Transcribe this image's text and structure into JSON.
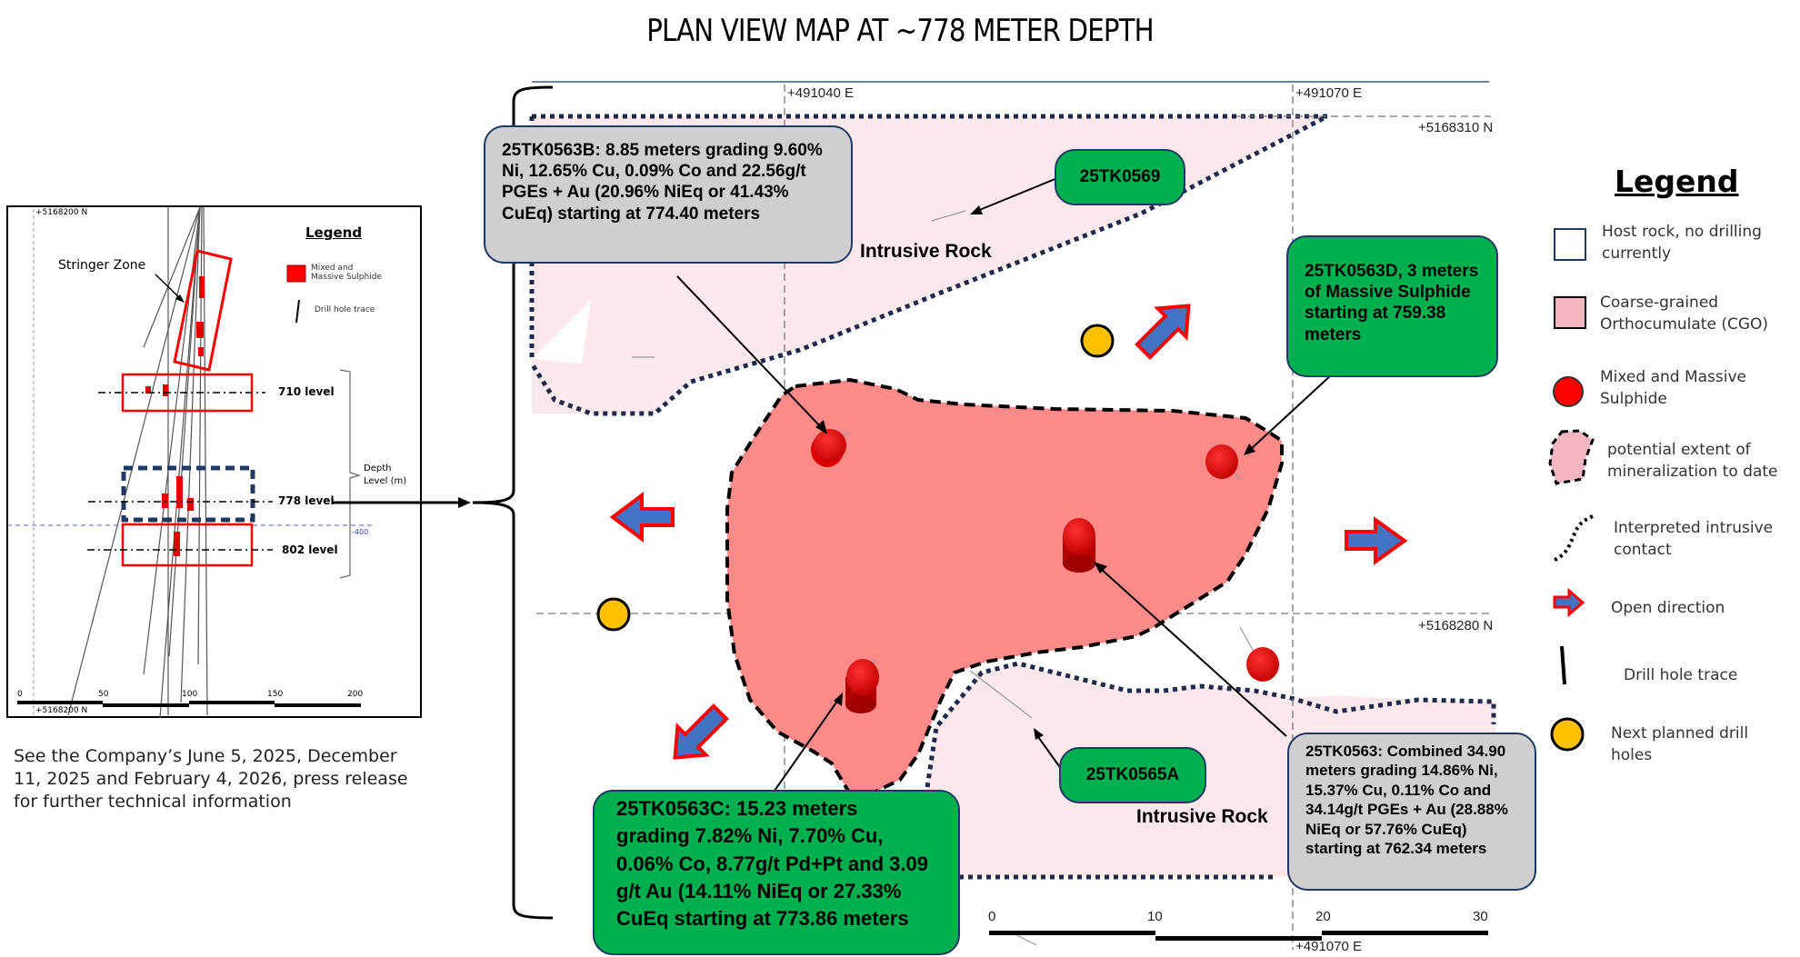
{
  "title": "PLAN VIEW MAP AT ~778 METER DEPTH",
  "inset": {
    "coord_top": "+5168200 N",
    "coord_bottom": "+5168200 N",
    "stringer_label": "Stringer Zone",
    "legend_title": "Legend",
    "legend_items": [
      "Mixed and Massive Sulphide",
      "Drill hole trace"
    ],
    "levels": [
      "710 level",
      "778 level",
      "802 level"
    ],
    "depth_label": "Depth Level (m)",
    "elevation_tick": "-400",
    "scale_ticks": [
      "0",
      "50",
      "100",
      "150",
      "200"
    ]
  },
  "footnote": "See the Company’s June 5, 2025, December 11, 2025 and February 4, 2026, press release for further technical information",
  "map": {
    "coords": {
      "east_1": "+491040 E",
      "east_2": "+491070 E",
      "north_1": "+5168310 N",
      "north_2": "+5168280 N",
      "east_bottom": "+491070 E"
    },
    "rock_labels": [
      "Intrusive Rock",
      "Intrusive Rock"
    ],
    "scale_ticks": [
      "0",
      "10",
      "20",
      "30"
    ],
    "callouts": {
      "b": "25TK0563B: 8.85 meters grading 9.60% Ni, 12.65% Cu, 0.09% Co  and 22.56g/t PGEs + Au (20.96% NiEq or 41.43% CuEq) starting at 774.40 meters",
      "d": "25TK0563D, 3 meters of Massive Sulphide starting at 759.38 meters",
      "c": "25TK0563C: 15.23 meters grading 7.82%  Ni, 7.70% Cu, 0.06%  Co, 8.77g/t Pd+Pt and 3.09 g/t Au (14.11%  NiEq or 27.33%  CuEq starting at 773.86 meters",
      "combined": "25TK0563: Combined 34.90 meters grading 14.86% Ni,  15.37% Cu, 0.11% Co  and 34.14g/t PGEs + Au  (28.88% NiEq or 57.76% CuEq) starting at 762.34 meters",
      "hole_0569": "25TK0569",
      "hole_0565a": "25TK0565A"
    }
  },
  "legend": {
    "title": "Legend",
    "items": [
      {
        "icon": "host-rock-box",
        "label": "Host rock, no drilling currently"
      },
      {
        "icon": "cgo-box",
        "label": "Coarse-grained Orthocumulate (CGO)"
      },
      {
        "icon": "sulphide-circle",
        "label": "Mixed and Massive Sulphide"
      },
      {
        "icon": "mineralization-extent",
        "label": "potential extent of mineralization to date"
      },
      {
        "icon": "intrusive-contact",
        "label": "Interpreted intrusive contact"
      },
      {
        "icon": "open-direction-arrow",
        "label": "Open direction"
      },
      {
        "icon": "drill-trace",
        "label": "Drill hole trace"
      },
      {
        "icon": "planned-hole",
        "label": "Next planned drill holes"
      }
    ]
  },
  "colors": {
    "cgo": "#fde9ec",
    "mineralization": "#ff8a8a",
    "sulphide": "#ff0000",
    "callout_green": "#00b050",
    "callout_gray": "#d0cece",
    "arrow_fill": "#4472c4",
    "arrow_border": "#ff0000",
    "planned": "#ffc000",
    "contact": "#1f2a4a"
  }
}
